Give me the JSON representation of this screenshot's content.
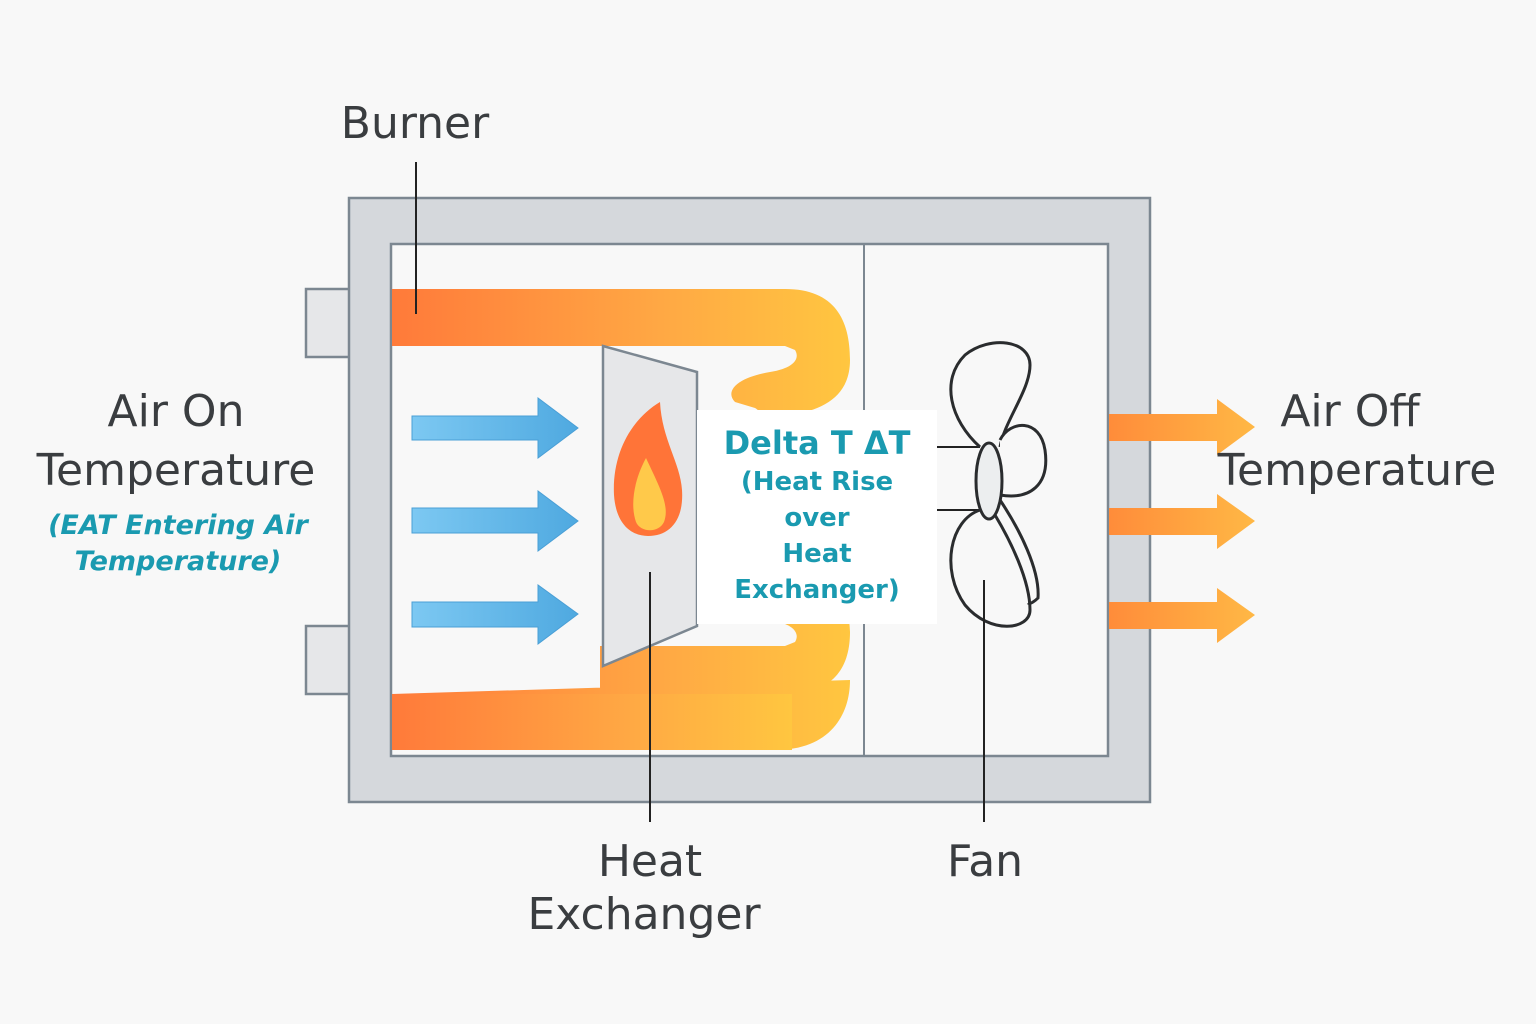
{
  "title": "Furnace Heat Rise Diagram",
  "labels": {
    "burner": "Burner",
    "air_on": {
      "line1": "Air On",
      "line2": "Temperature"
    },
    "air_on_sub": {
      "line1": "(EAT Entering Air",
      "line2": "Temperature)"
    },
    "air_off": {
      "line1": "Air Off",
      "line2": "Temperature"
    },
    "heat_exchanger": {
      "line1": "Heat",
      "line2": "Exchanger"
    },
    "fan": "Fan",
    "delta": {
      "line1": "Delta T ΔT",
      "line2": "(Heat Rise",
      "line3": "over",
      "line4": "Heat",
      "line5": "Exchanger)"
    }
  },
  "icons": {
    "flame": "flame-icon",
    "fan": "fan-icon",
    "cold_air_arrows": "arrow-right-icon",
    "hot_air_arrows": "arrow-right-icon"
  },
  "colors": {
    "text": "#3a3d40",
    "accent_teal": "#1a9ab0",
    "cold_air_blue_start": "#7cc8f2",
    "cold_air_blue_end": "#4fa9e0",
    "hot_orange": "#ff7a3a",
    "hot_yellow": "#ffc640",
    "cabinet_gray": "#d5d8dc",
    "cabinet_stroke": "#7c8791"
  }
}
